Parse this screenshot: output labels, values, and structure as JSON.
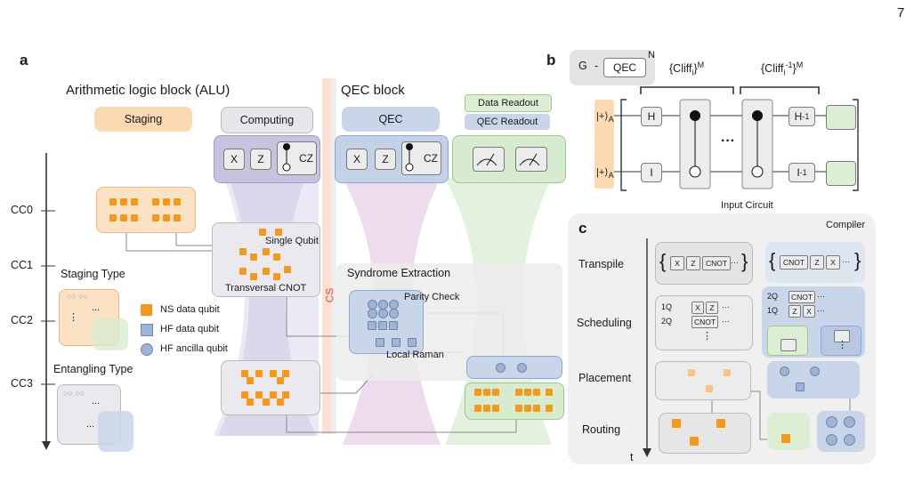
{
  "page_number": "7",
  "panel_a": {
    "label": "a",
    "alu_title": "Arithmetic logic block (ALU)",
    "qec_block_title": "QEC  block",
    "staging": "Staging",
    "computing": "Computing",
    "qec": "QEC",
    "data_readout": "Data Readout",
    "qec_readout": "QEC Readout",
    "gate_x": "X",
    "gate_z": "Z",
    "gate_cz": "CZ",
    "timeline": [
      "CC0",
      "CC1",
      "CC2",
      "CC3"
    ],
    "single_qubit": "Single Qubit",
    "transversal_cnot": "Transversal CNOT",
    "cs": "CS",
    "syndrome_extraction": "Syndrome Extraction",
    "parity_check": "Parity Check",
    "local_raman": "Local Raman",
    "staging_type": "Staging Type",
    "entangling_type": "Entangling Type",
    "ellipsis": "...",
    "vellipsis": "⋮",
    "legend": [
      {
        "label": "NS data qubit",
        "color": "#f39a1e"
      },
      {
        "label": "HF data qubit",
        "color": "#9fb3d4"
      },
      {
        "label": "HF ancilla qubit",
        "color": "#9fb3d4"
      }
    ]
  },
  "panel_b": {
    "label": "b",
    "g": "G",
    "dash": "-",
    "qec": "QEC",
    "n": "N",
    "cliff": "{Cliff",
    "cliff_sub": "i",
    "cliff_close": "}",
    "m": "M",
    "cliff_inv": "{Cliff",
    "cliff_inv_sup": "-1",
    "cliff_inv_sub": "i",
    "plus_a": "|+⟩",
    "a_sub": "A",
    "h": "H",
    "i_gate": "I",
    "h_inv": "H",
    "i_inv": "I",
    "inv": "-1",
    "dots": "···",
    "input_circuit": "Input Circuit"
  },
  "panel_c": {
    "label": "c",
    "compiler": "Compiler",
    "rows": [
      "Transpile",
      "Scheduling",
      "Placement",
      "Routing"
    ],
    "t": "t",
    "transpile_left": [
      "X",
      "Z",
      "CNOT"
    ],
    "transpile_right": [
      "CNOT",
      "Z",
      "X"
    ],
    "sched_1q": "1Q",
    "sched_2q": "2Q",
    "sched_left_1q": [
      "X",
      "Z"
    ],
    "sched_left_2q": [
      "CNOT"
    ],
    "sched_right_2q": [
      "CNOT"
    ],
    "sched_right_1q": [
      "Z",
      "X"
    ],
    "brace_open": "{",
    "brace_close": "}",
    "ellipsis": "···",
    "vellipsis": "⋮"
  },
  "colors": {
    "orange": "#f39a1e",
    "blue": "#9fb3d4",
    "green": "#c9e6c0",
    "purple": "#c9c2df",
    "pink": "#f4b7a8"
  }
}
